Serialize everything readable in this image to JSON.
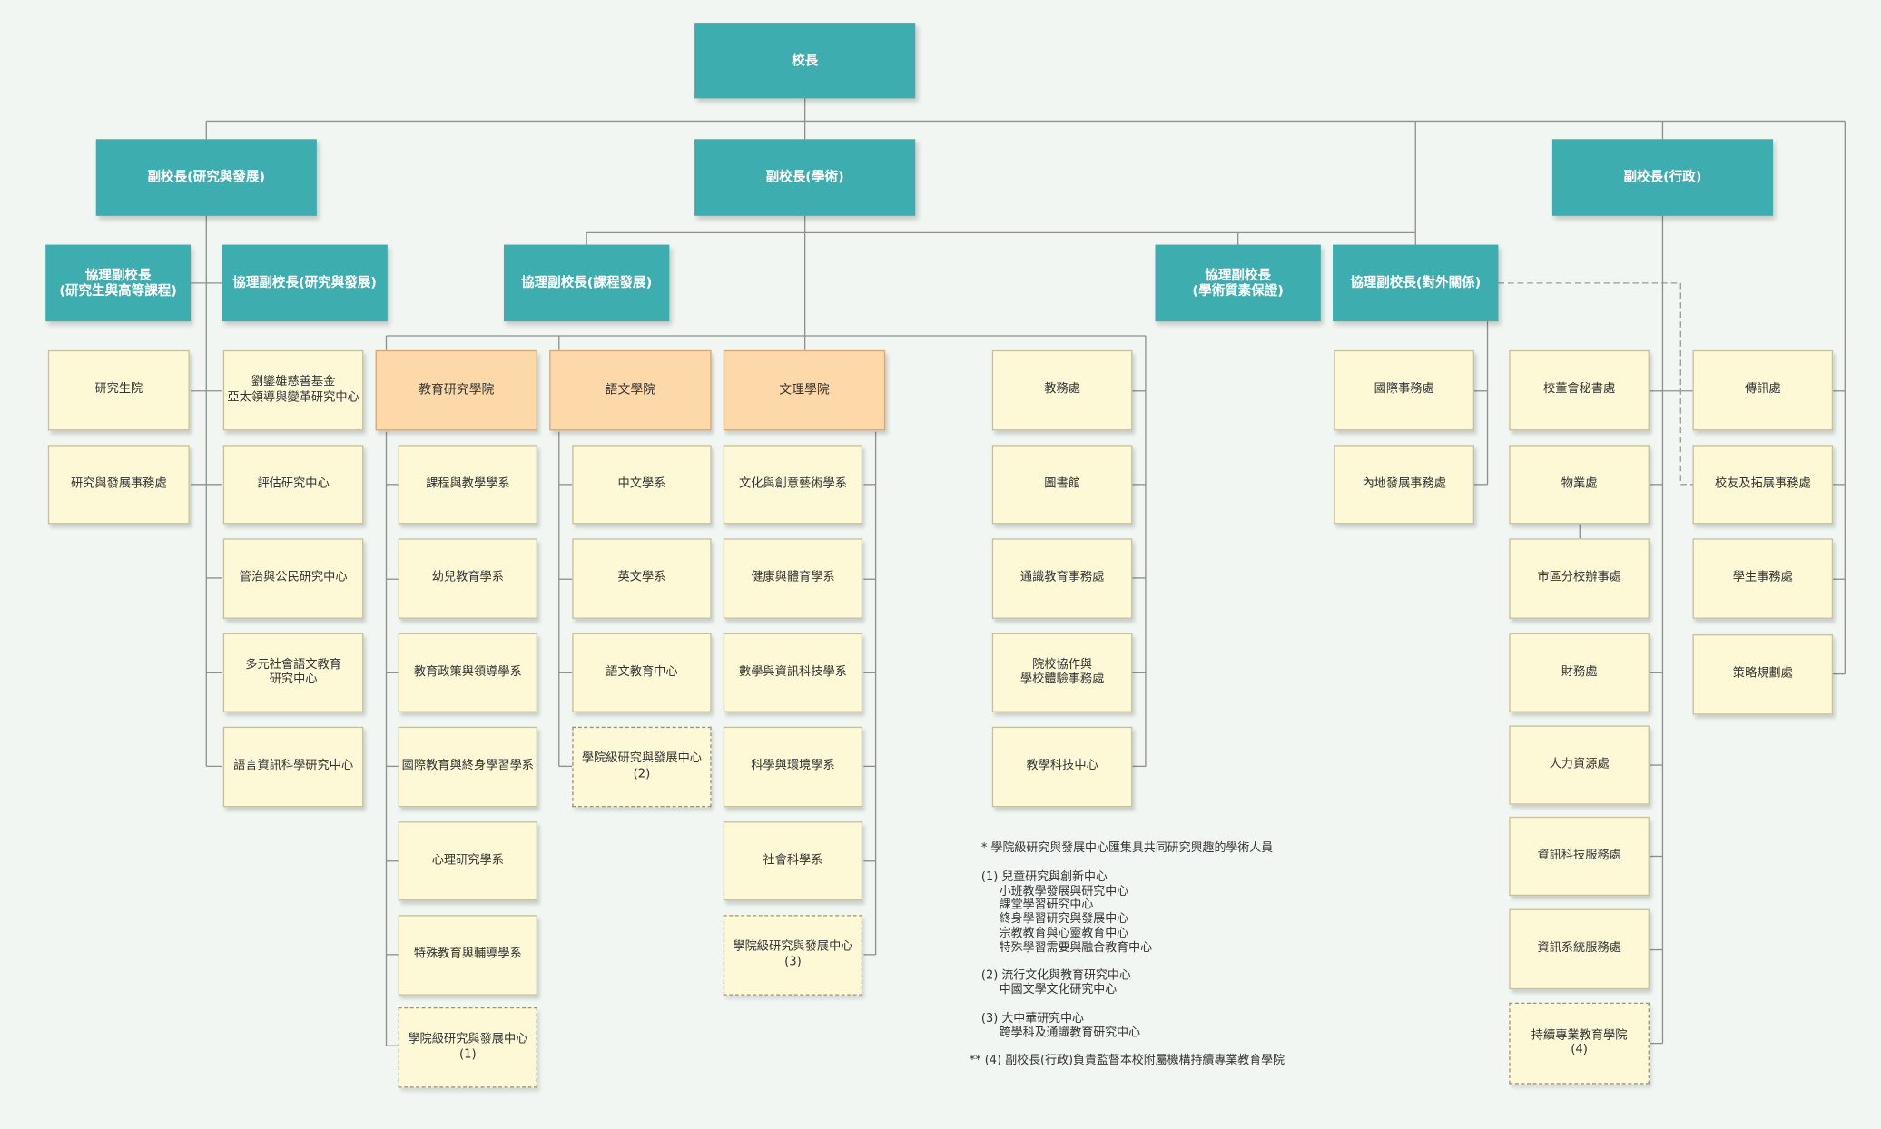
{
  "president": "校長",
  "vp_research": "副校長(研究與發展)",
  "vp_academic": "副校長(學術)",
  "vp_admin": "副校長(行政)",
  "avp_grad": [
    "協理副校長",
    "(研究生與高等課程)"
  ],
  "avp_research": "協理副校長(研究與發展)",
  "avp_curriculum": "協理副校長(課程發展)",
  "avp_quality": [
    "協理副校長",
    "(學術質素保證)"
  ],
  "avp_external": "協理副校長(對外關係)",
  "grad_units": {
    "graduate_school": "研究生院",
    "research_office": "研究與發展事務處"
  },
  "research_centres": {
    "c1": [
      "劉鑾雄慈善基金",
      "亞太領導與變革研究中心"
    ],
    "c2": "評估研究中心",
    "c3": "管治與公民研究中心",
    "c4": [
      "多元社會語文教育",
      "研究中心"
    ],
    "c5": "語言資訊科學研究中心"
  },
  "faculties": {
    "education": "教育研究學院",
    "humanities": "語文學院",
    "liberal_arts": "文理學院"
  },
  "edu_depts": {
    "d1": "課程與教學學系",
    "d2": "幼兒教育學系",
    "d3": "教育政策與領導學系",
    "d4": "國際教育與終身學習學系",
    "d5": "心理研究學系",
    "d6": "特殊教育與輔導學系",
    "d7": [
      "學院級研究與發展中心",
      "(1)"
    ]
  },
  "hum_depts": {
    "d1": "中文學系",
    "d2": "英文學系",
    "d3": "語文教育中心",
    "d4": [
      "學院級研究與發展中心",
      "(2)"
    ]
  },
  "la_depts": {
    "d1": "文化與創意藝術學系",
    "d2": "健康與體育學系",
    "d3": "數學與資訊科技學系",
    "d4": "科學與環境學系",
    "d5": "社會科學系",
    "d6": [
      "學院級研究與發展中心",
      "(3)"
    ]
  },
  "academic_units": {
    "u1": "教務處",
    "u2": "圖書館",
    "u3": "通識教育事務處",
    "u4": [
      "院校協作與",
      "學校體驗事務處"
    ],
    "u5": "教學科技中心"
  },
  "external_units": {
    "u1": "國際事務處",
    "u2": "內地發展事務處"
  },
  "admin_units": {
    "u1": "校董會秘書處",
    "u2": "物業處",
    "u3": "市區分校辦事處",
    "u4": "財務處",
    "u5": "人力資源處",
    "u6": "資訊科技服務處",
    "u7": "資訊系統服務處",
    "u8": [
      "持續專業教育學院",
      "(4)"
    ]
  },
  "admin_units2": {
    "u1": "傳訊處",
    "u2": "校友及拓展事務處",
    "u3": "學生事務處",
    "u4": "策略規劃處"
  },
  "notes": {
    "n0": "* 學院級研究與發展中心匯集具共同研究興趣的學術人員",
    "n1_head": "(1) 兒童研究與創新中心",
    "n1_items": [
      "小班教學發展與研究中心",
      "課堂學習研究中心",
      "終身學習研究與發展中心",
      "宗教教育與心靈教育中心",
      "特殊學習需要與融合教育中心"
    ],
    "n2_head": "(2) 流行文化與教育研究中心",
    "n2_items": [
      "中國文學文化研究中心"
    ],
    "n3_head": "(3) 大中華研究中心",
    "n3_items": [
      "跨學科及通識教育研究中心"
    ],
    "n4": "** (4) 副校長(行政)負責監督本校附屬機構持續專業教育學院"
  },
  "colors": {
    "teal": "#3eadb0",
    "cream": "#fdf9d7",
    "orange": "#fdd8a8",
    "line": "#8a8a8a",
    "background": "#f1f6f2"
  }
}
